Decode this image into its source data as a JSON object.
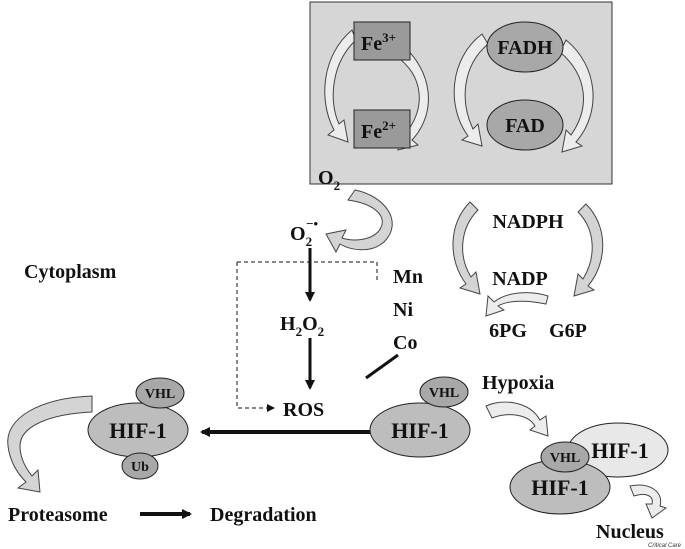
{
  "colors": {
    "box_fill": "#d6d6d6",
    "dark_ellipse": "#a8a8a8",
    "mid_ellipse": "#bdbdbd",
    "light_ellipse": "#e8e8e8",
    "square_fill": "#9a9a9a",
    "arrow_fill": "#d4d4d4",
    "line": "#111111"
  },
  "iron": {
    "fe3_base": "Fe",
    "fe3_sup": "3+",
    "fe2_base": "Fe",
    "fe2_sup": "2+"
  },
  "flavin": {
    "fadh": "FADH",
    "fad": "FAD"
  },
  "oxygen": {
    "o2_base": "O",
    "o2_sub": "2",
    "superoxide_base": "O",
    "superoxide_sub": "2",
    "superoxide_sup": "−•"
  },
  "peroxide": {
    "h": "H",
    "h_sub": "2",
    "o": "O",
    "o_sub": "2"
  },
  "ros": "ROS",
  "nadph": "NADPH",
  "nadp": "NADP",
  "pg": "6PG",
  "g6p": "G6P",
  "metals": {
    "mn": "Mn",
    "ni": "Ni",
    "co": "Co"
  },
  "cytoplasm": "Cytoplasm",
  "hypoxia": "Hypoxia",
  "left_complex": {
    "vhl": "VHL",
    "hif": "HIF-1",
    "ub": "Ub"
  },
  "middle_complex": {
    "vhl": "VHL",
    "hif": "HIF-1"
  },
  "right_complex": {
    "hif_top": "HIF-1",
    "vhl": "VHL",
    "hif_bottom": "HIF-1"
  },
  "proteasome": "Proteasome",
  "degradation": "Degradation",
  "nucleus": "Nucleus",
  "credit": "Critical Care"
}
